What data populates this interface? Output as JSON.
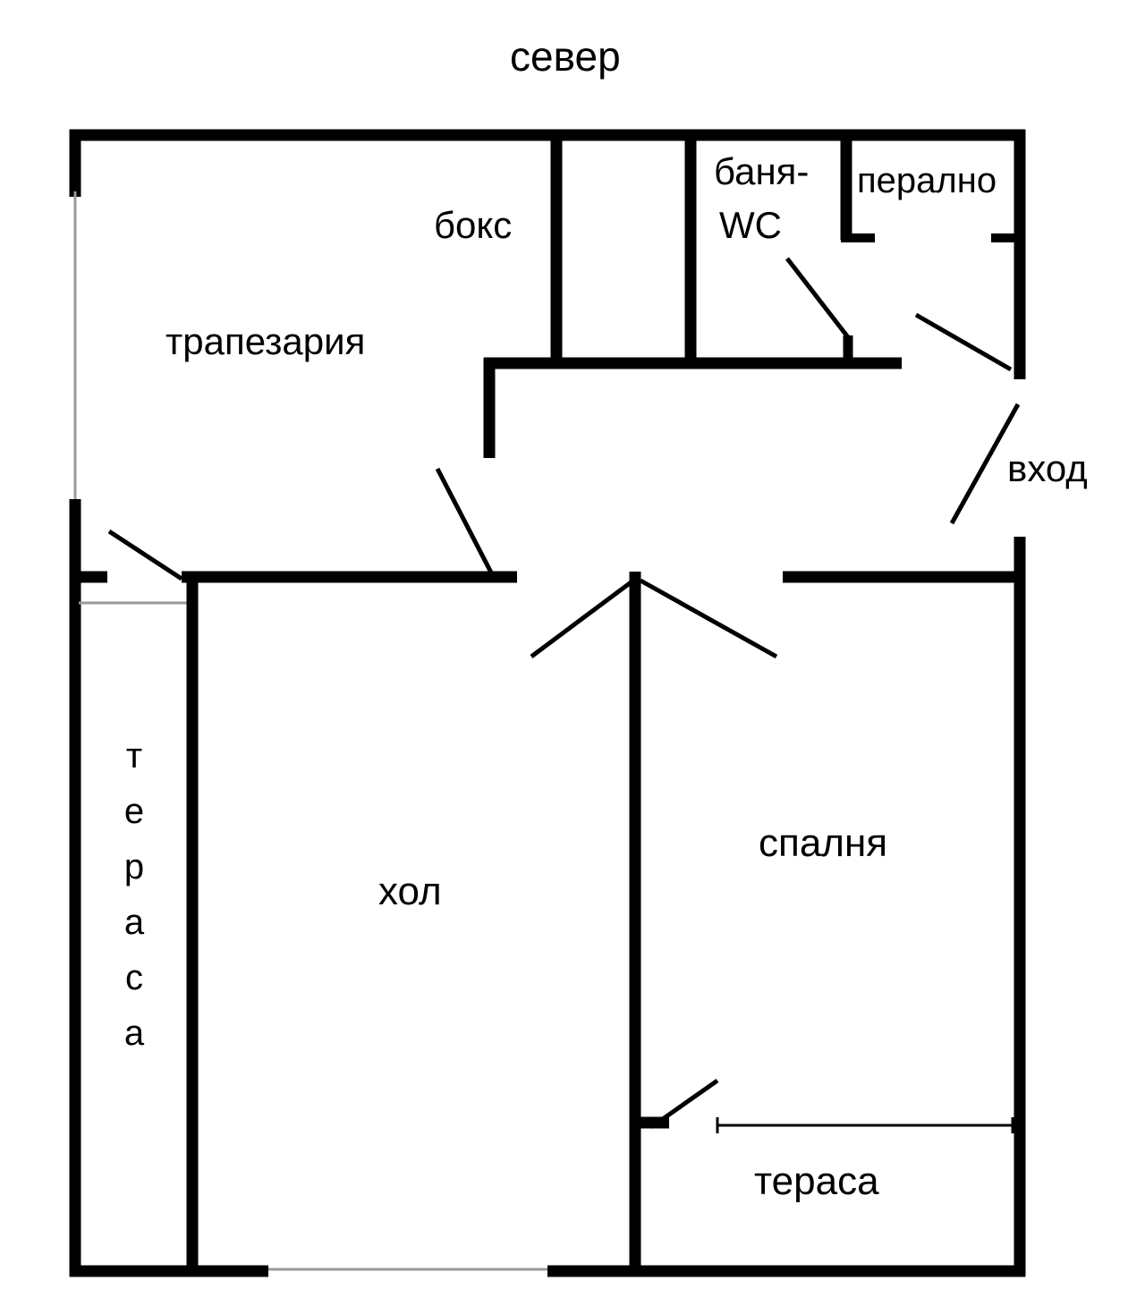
{
  "compass": {
    "north": "север"
  },
  "rooms": {
    "dining": "трапезария",
    "kitchen_box": "бокс",
    "bathroom_line1": "баня-",
    "bathroom_line2": "WC",
    "laundry": "перално",
    "entrance": "вход",
    "terrace_left_vertical": "т\nе\nр\nа\nс\nа",
    "hall": "хол",
    "bedroom": "спалня",
    "terrace_bottom": "тераса"
  },
  "colors": {
    "wall": "#000000",
    "thin_line": "#999999",
    "background": "#ffffff"
  }
}
